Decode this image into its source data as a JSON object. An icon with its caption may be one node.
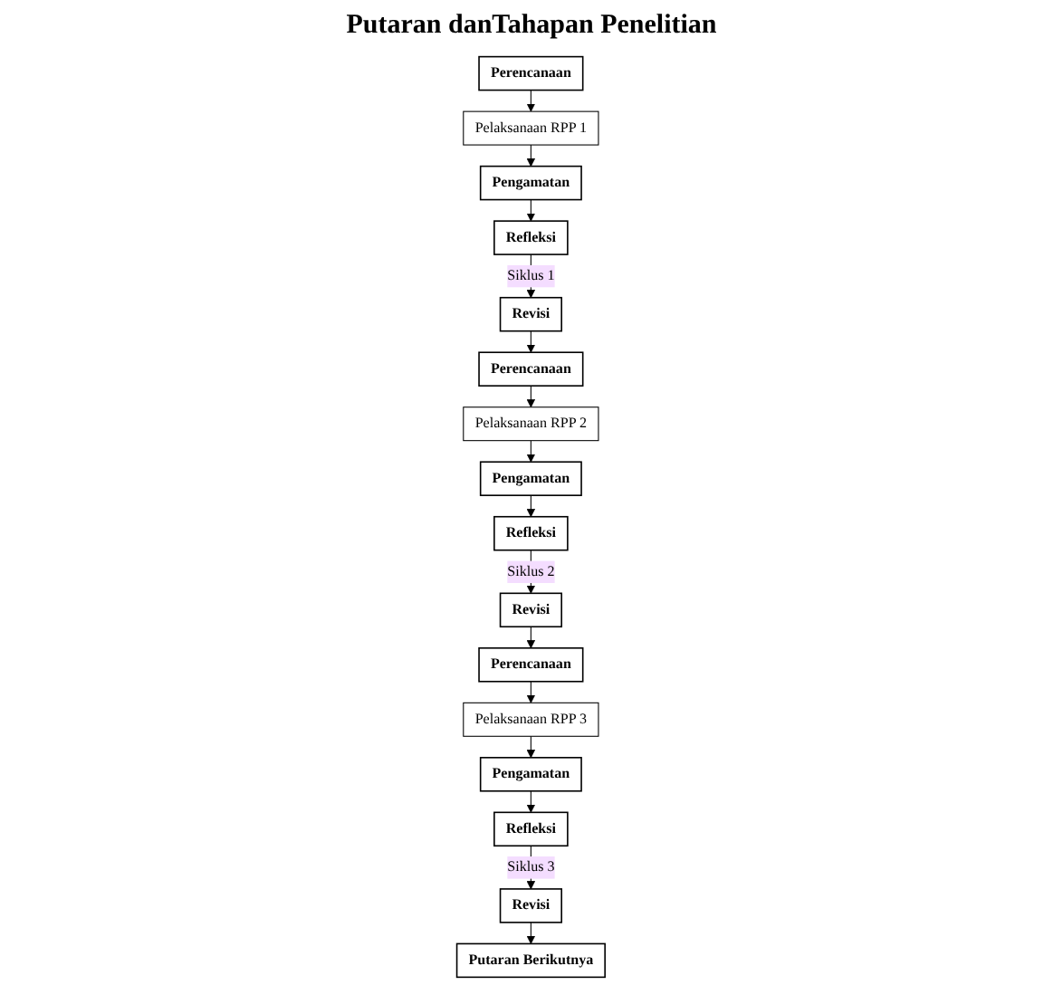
{
  "diagram": {
    "title": "Putaran danTahapan Penelitian",
    "nodes": [
      {
        "text": [
          "Perencanaan"
        ]
      },
      {
        "text": [
          "Pelaksanaan RPP 1"
        ]
      },
      {
        "text": [
          "Refleksi"
        ]
      },
      {
        "text": [
          "Pengamatan"
        ]
      },
      {
        "text": [
          "Revisi"
        ]
      },
      {
        "text": [
          "Perencanaan"
        ]
      },
      {
        "text": [
          "Pelaksanaan RPP 2"
        ]
      },
      {
        "text": [
          "Refleksi"
        ]
      },
      {
        "text": [
          "Pengamatan"
        ]
      },
      {
        "text": [
          "Revisi"
        ]
      },
      {
        "text": [
          "Perencanaan"
        ]
      },
      {
        "text": [
          "Pelaksanaan RPP 3"
        ]
      },
      {
        "text": [
          "Refleksi"
        ]
      },
      {
        "text": [
          "Pengamatan"
        ]
      },
      {
        "text": [
          "Revisi"
        ]
      },
      {
        "text": [
          "Putaran Berikutnya"
        ]
      }
    ],
    "edges": [
      {
        "from": 0,
        "to": 1,
        "arrow": "to"
      },
      {
        "from": 1,
        "to": 3,
        "arrow": "to"
      },
      {
        "from": 3,
        "to": 2,
        "arrow": "to"
      },
      {
        "from": 2,
        "to": 4,
        "arrow": "to",
        "label": "Siklus 1"
      },
      {
        "from": 4,
        "to": 5,
        "arrow": "to"
      },
      {
        "from": 5,
        "to": 6,
        "arrow": "to"
      },
      {
        "from": 6,
        "to": 8,
        "arrow": "to"
      },
      {
        "from": 8,
        "to": 7,
        "arrow": "to"
      },
      {
        "from": 7,
        "to": 9,
        "arrow": "to",
        "label": "Siklus 2"
      },
      {
        "from": 9,
        "to": 10,
        "arrow": "to"
      },
      {
        "from": 10,
        "to": 11,
        "arrow": "to"
      },
      {
        "from": 11,
        "to": 13,
        "arrow": "to"
      },
      {
        "from": 13,
        "to": 12,
        "arrow": "to"
      },
      {
        "from": 12,
        "to": 14,
        "arrow": "to",
        "label": "Siklus 3"
      },
      {
        "from": 14,
        "to": 15,
        "arrow": "to"
      }
    ]
  }
}
